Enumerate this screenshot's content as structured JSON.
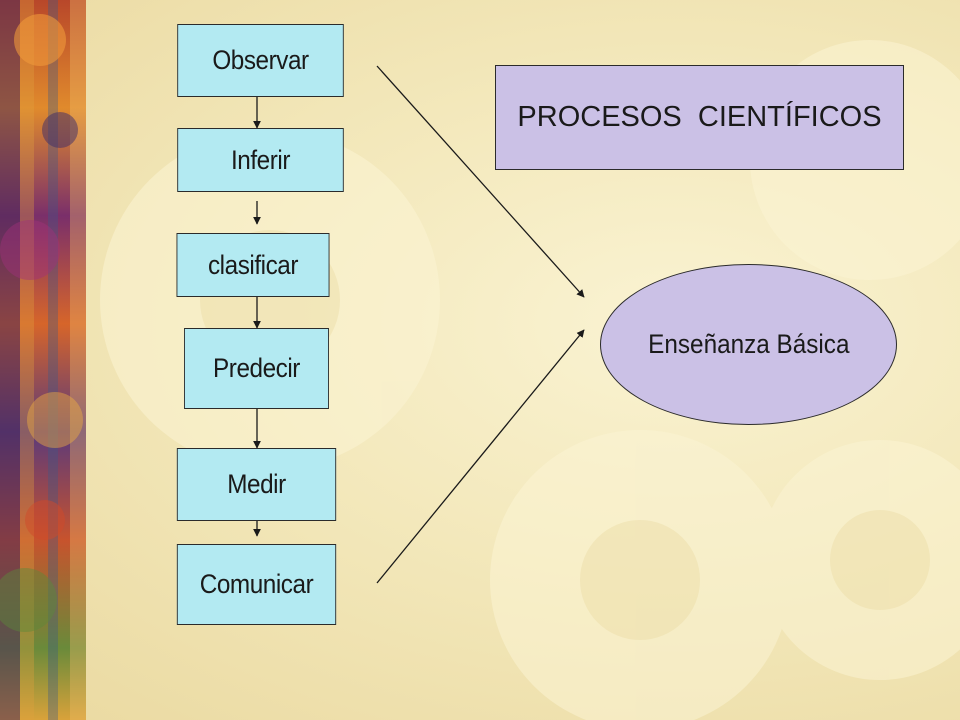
{
  "title": "PROCESOS  CIENTÍFICOS",
  "target": "Enseñanza Básica",
  "process_steps": [
    {
      "label": "Observar"
    },
    {
      "label": "Inferir"
    },
    {
      "label": "clasificar"
    },
    {
      "label": "Predecir"
    },
    {
      "label": "Medir"
    },
    {
      "label": "Comunicar"
    }
  ],
  "colors": {
    "step_fill": "#b3eaf2",
    "title_fill": "#cbc1e6",
    "ellipse_fill": "#cbc1e6",
    "background": "#f3e8bb",
    "line": "#1a1a1a"
  }
}
